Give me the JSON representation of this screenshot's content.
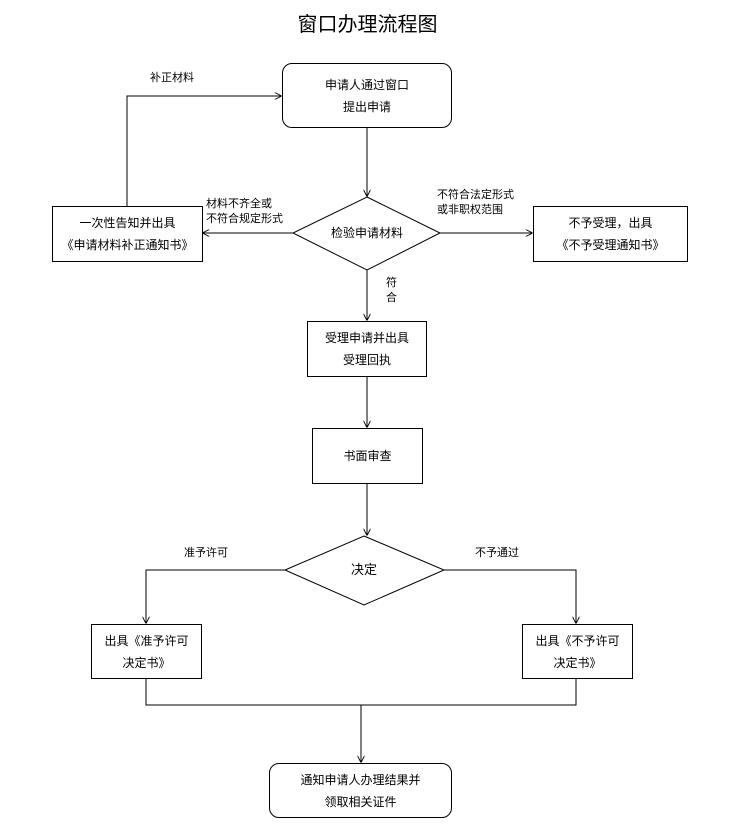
{
  "title": "窗口办理流程图",
  "nodes": {
    "apply": "申请人通过窗口\n提出申请",
    "check": "检验申请材料",
    "notify_supplement": "一次性告知并出具\n《申请材料补正通知书》",
    "reject_notice": "不予受理，出具\n《不予受理通知书》",
    "accept": "受理申请并出具\n受理回执",
    "review": "书面审查",
    "decide": "决定",
    "permit": "出具《准予许可\n决定书》",
    "deny": "出具《不予许可\n决定书》",
    "notify_result": "通知申请人办理结果并\n领取相关证件"
  },
  "edge_labels": {
    "supplement": "补正材料",
    "incomplete": "材料不齐全或\n不符合规定形式",
    "not_legal": "不符合法定形式\n或非职权范围",
    "conform": "符\n合",
    "permit": "准予许可",
    "deny": "不予通过"
  }
}
